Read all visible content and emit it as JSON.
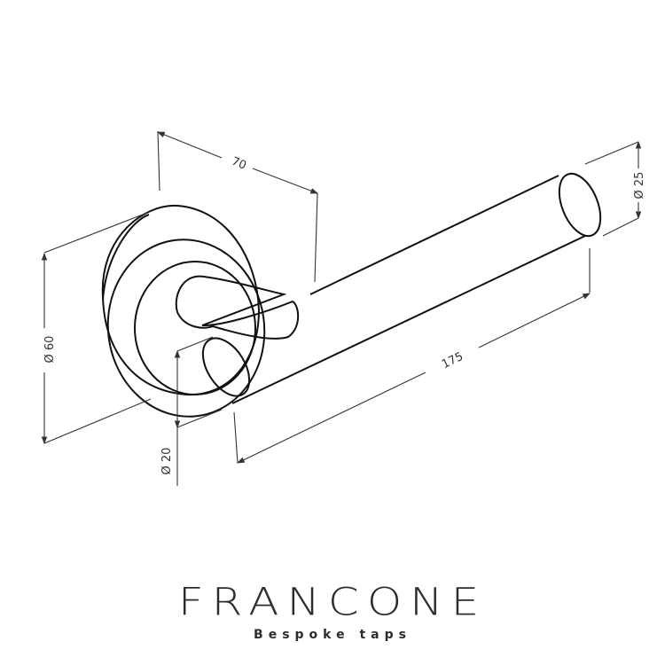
{
  "dimensions": {
    "projection": "70",
    "rosette_diameter": "Ø 60",
    "lever_diameter_near": "Ø 20",
    "lever_diameter_end": "Ø 25",
    "lever_length": "175"
  },
  "brand": {
    "name": "FRANCONE",
    "tagline": "Bespoke taps"
  },
  "colors": {
    "line": "#111111",
    "dimension": "#333333",
    "logo": "#2c2c2e"
  }
}
